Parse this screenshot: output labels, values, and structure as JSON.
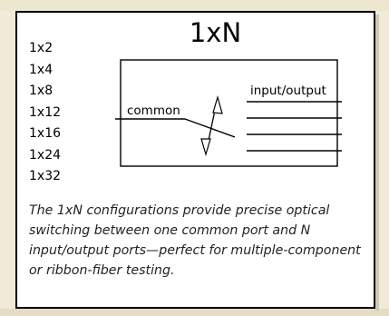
{
  "title": "1xN",
  "configurations": [
    "1x2",
    "1x4",
    "1x8",
    "1x12",
    "1x16",
    "1x24",
    "1x32"
  ],
  "diagram": {
    "common_label": "common",
    "io_label": "input/output"
  },
  "description": "The 1xN configurations provide precise optical switching between one common port and N input/output ports—perfect for multiple-component or ribbon-fiber testing."
}
